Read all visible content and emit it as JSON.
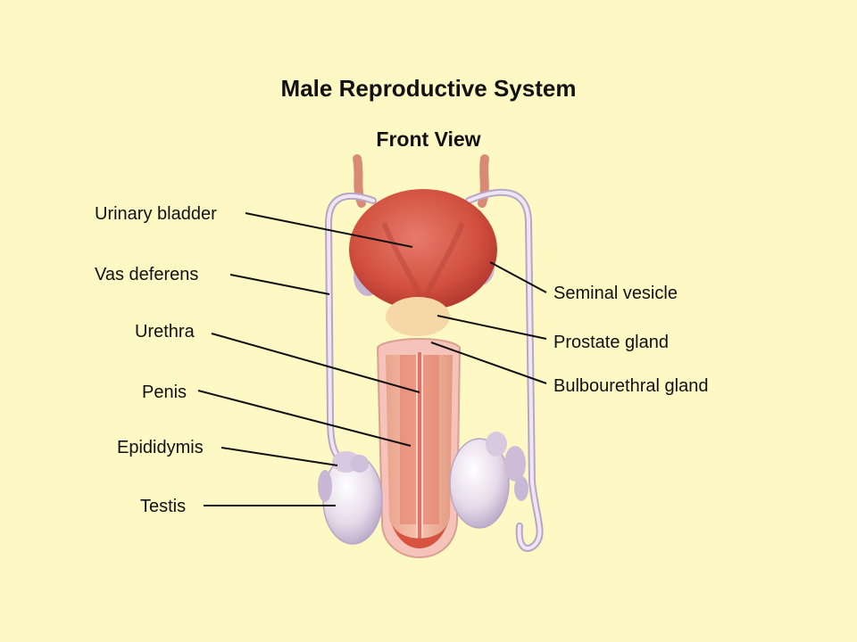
{
  "title": "Male Reproductive System",
  "subtitle": "Front View",
  "labels": {
    "urinary_bladder": "Urinary bladder",
    "vas_deferens": "Vas deferens",
    "urethra": "Urethra",
    "penis": "Penis",
    "epididymis": "Epididymis",
    "testis": "Testis",
    "seminal_vesicle": "Seminal vesicle",
    "prostate_gland": "Prostate gland",
    "bulbourethral_gland": "Bulbourethral gland"
  },
  "colors": {
    "background": "#fdf8c4",
    "bladder": "#d9574a",
    "tissue": "#e9c2d9",
    "penis_tissue": "#f0a98f",
    "leader_line": "#111111"
  }
}
